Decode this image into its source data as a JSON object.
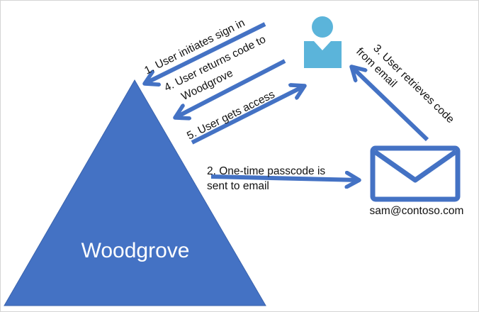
{
  "colors": {
    "primary_blue": "#4472C4",
    "user_icon_blue": "#5BB4DA",
    "text": "#111111",
    "white": "#FFFFFF"
  },
  "nodes": {
    "service": {
      "label": "Woodgrove",
      "shape": "triangle"
    },
    "user": {
      "icon": "person-icon"
    },
    "email": {
      "icon": "envelope-icon",
      "label": "sam@contoso.com"
    }
  },
  "steps": [
    {
      "id": "step-1",
      "lines": [
        "1. User initiates sign in"
      ],
      "from": "user",
      "to": "service"
    },
    {
      "id": "step-2",
      "lines": [
        "2. One-time passcode is",
        "sent to email"
      ],
      "from": "service",
      "to": "email"
    },
    {
      "id": "step-3",
      "lines": [
        "3. User retrieves code",
        "from email"
      ],
      "from": "email",
      "to": "user"
    },
    {
      "id": "step-4",
      "lines": [
        "4. User returns code to",
        "Woodgrove"
      ],
      "from": "user",
      "to": "service"
    },
    {
      "id": "step-5",
      "lines": [
        "5. User gets access"
      ],
      "from": "service",
      "to": "user"
    }
  ]
}
